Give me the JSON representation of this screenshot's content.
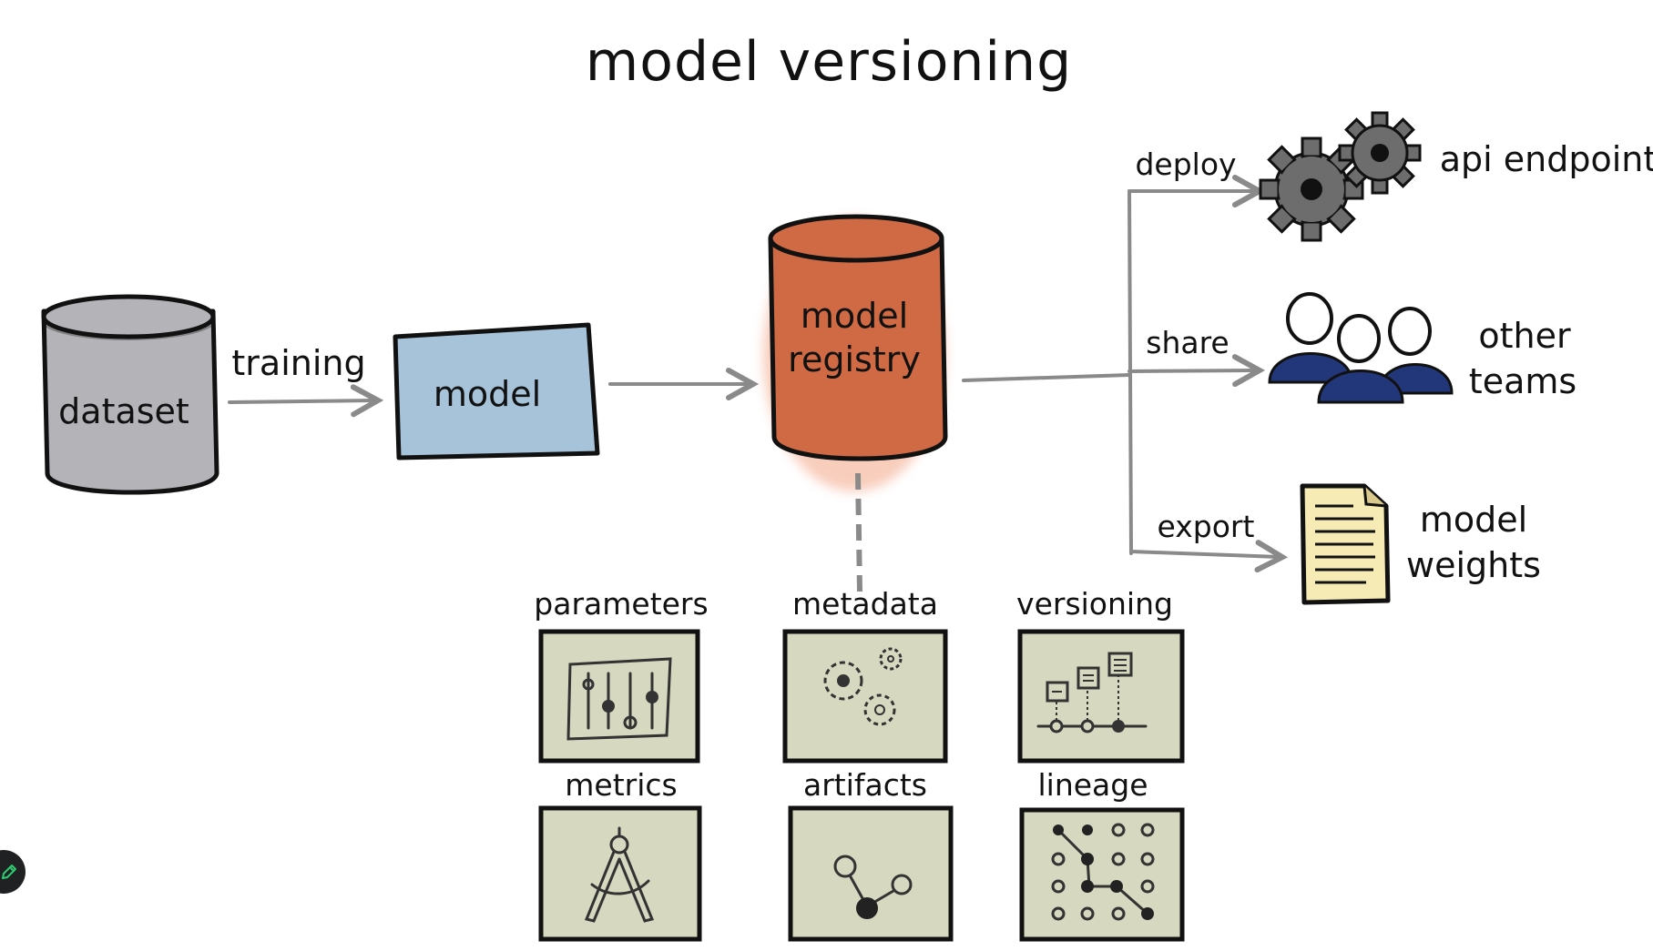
{
  "title": "model versioning",
  "nodes": {
    "dataset": "dataset",
    "model": "model",
    "registry_line1": "model",
    "registry_line2": "registry"
  },
  "edges": {
    "training": "training",
    "deploy": "deploy",
    "share": "share",
    "export": "export"
  },
  "outputs": {
    "api_endpoint": "api endpoint",
    "other_teams_line1": "other",
    "other_teams_line2": "teams",
    "model_weights_line1": "model",
    "model_weights_line2": "weights"
  },
  "tiles": {
    "parameters": "parameters",
    "metadata": "metadata",
    "versioning": "versioning",
    "metrics": "metrics",
    "artifacts": "artifacts",
    "lineage": "lineage"
  },
  "icons": {
    "dataset": "cylinder-icon",
    "registry": "cylinder-icon",
    "api_endpoint": "gears-icon",
    "other_teams": "people-icon",
    "model_weights": "document-icon",
    "parameters": "sliders-icon",
    "metadata": "gears-icon",
    "versioning": "timeline-icon",
    "metrics": "compass-icon",
    "artifacts": "molecule-icon",
    "lineage": "graph-grid-icon",
    "edit": "pencil-icon"
  },
  "colors": {
    "dataset": "#b4b4b8",
    "model": "#a7c3d9",
    "registry": "#cf6a45",
    "tile": "#d6d8c0",
    "people": "#22377a",
    "document": "#f6eab5",
    "gears": "#6d6d6d",
    "arrows": "#8a8a8a"
  }
}
